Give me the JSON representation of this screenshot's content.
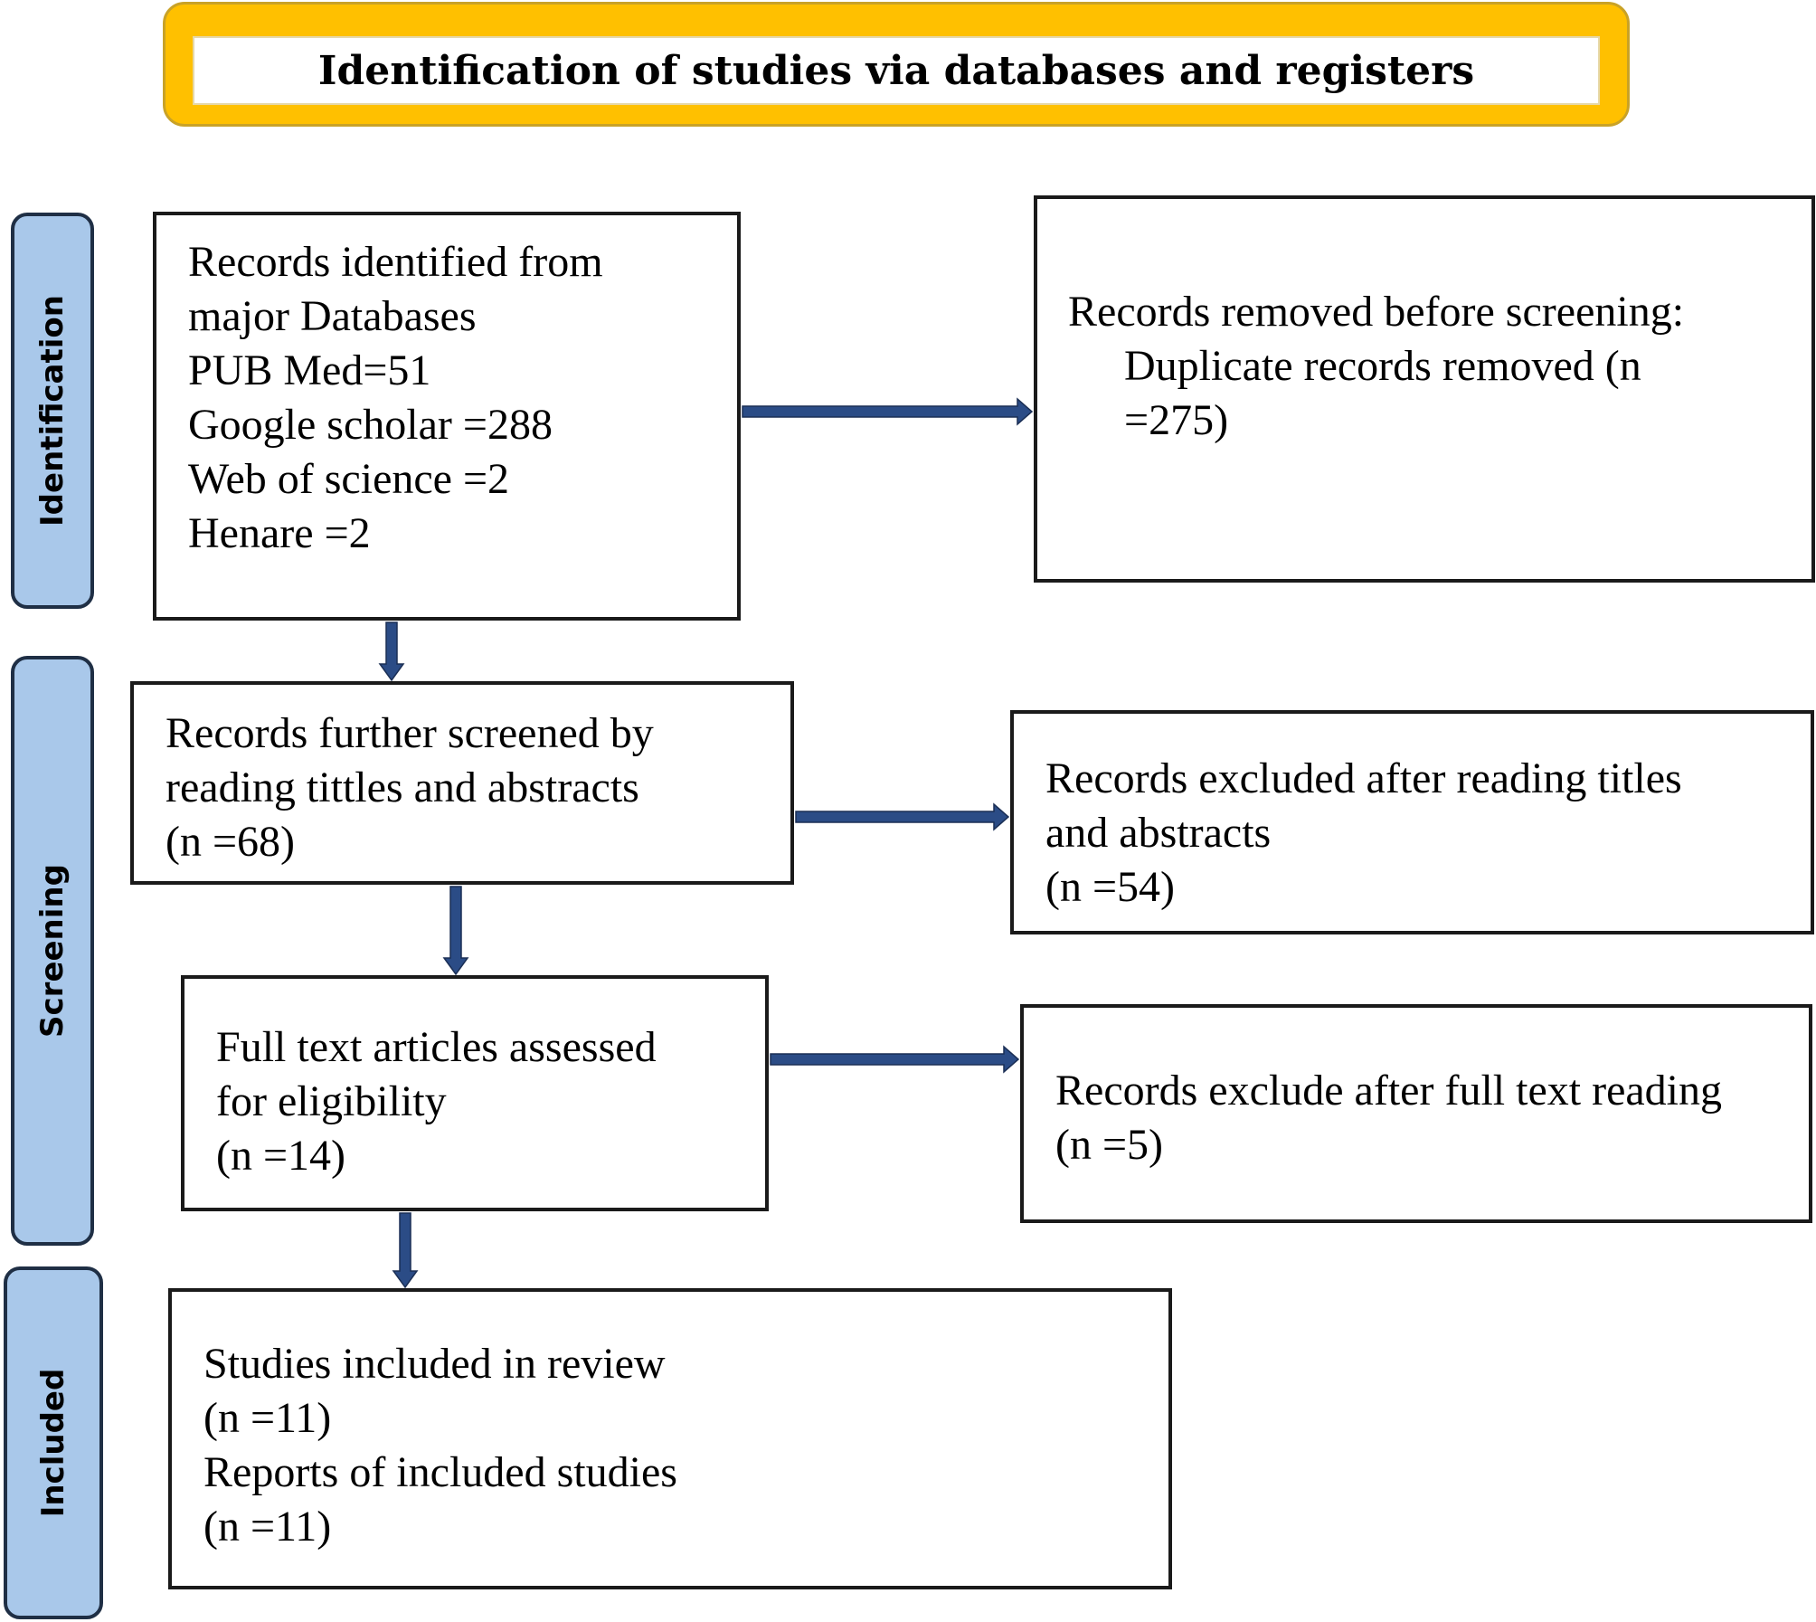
{
  "header": {
    "title": "Identification of studies via databases and registers"
  },
  "phases": {
    "identification": "Identification",
    "screening": "Screening",
    "included": "Included"
  },
  "boxes": {
    "records_identified": [
      "Records identified from",
      "major Databases",
      "PUB Med=51",
      "Google scholar =288",
      "Web of science =2",
      "Henare =2"
    ],
    "records_removed": [
      "Records removed before screening:",
      "Duplicate records removed (n",
      "=275)"
    ],
    "records_screened": [
      "Records further screened by",
      "reading tittles and abstracts",
      "(n =68)"
    ],
    "records_excluded_titles": [
      "Records excluded after reading titles",
      "and abstracts",
      "(n =54)"
    ],
    "full_text_assessed": [
      "Full text articles assessed",
      "for eligibility",
      "(n =14)"
    ],
    "records_excluded_fulltext": [
      "Records exclude after full text reading",
      "(n =5)"
    ],
    "studies_included": [
      "Studies included in review",
      "(n =11)",
      "Reports of included studies",
      "(n =11)"
    ]
  },
  "colors": {
    "header_fill": "#FFC000",
    "phase_fill": "#A9C8EA",
    "arrow": "#2B4C86"
  }
}
